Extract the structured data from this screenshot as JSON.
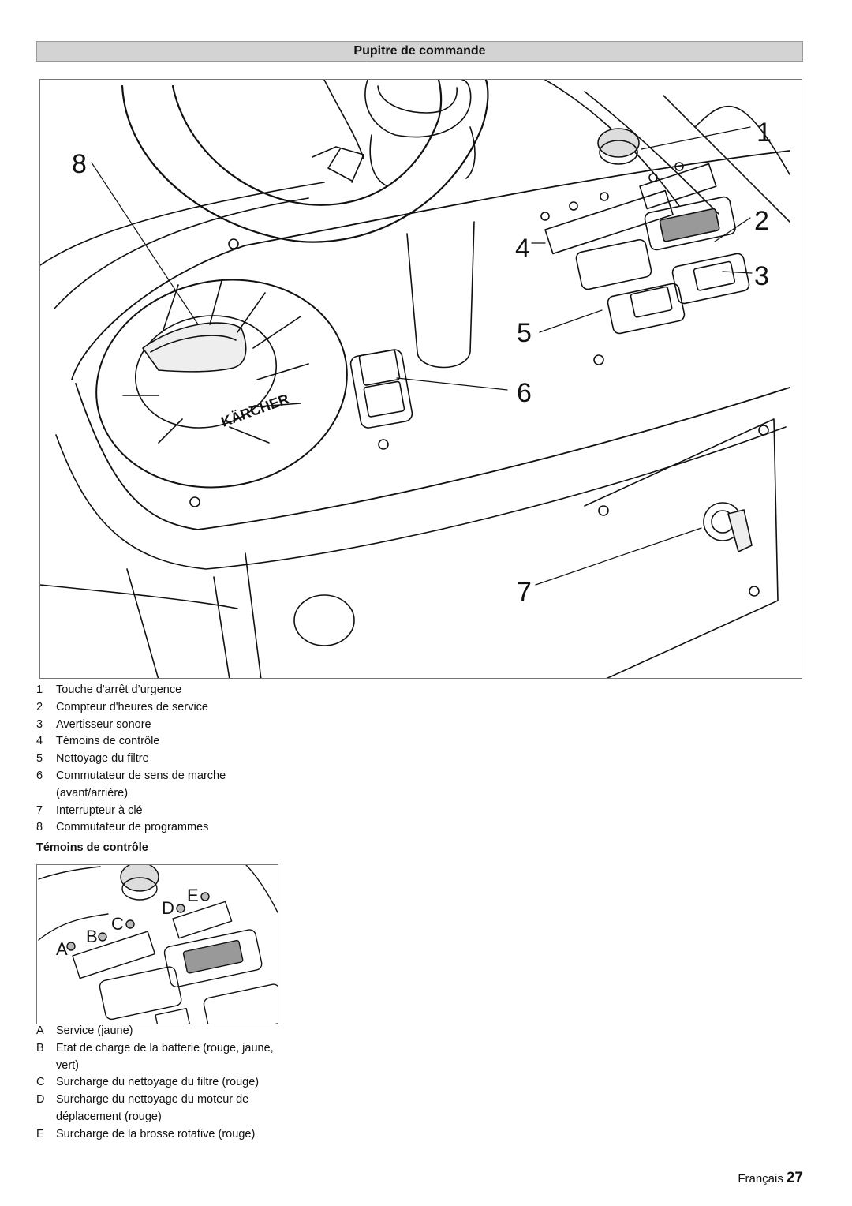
{
  "section_title": "Pupitre de commande",
  "figure_main": {
    "callouts": [
      "1",
      "2",
      "3",
      "4",
      "5",
      "6",
      "7",
      "8"
    ],
    "brand_text": "KÄRCHER"
  },
  "legend_main": [
    {
      "key": "1",
      "text": "Touche d'arrêt d’urgence"
    },
    {
      "key": "2",
      "text": "Compteur d'heures de service"
    },
    {
      "key": "3",
      "text": "Avertisseur sonore"
    },
    {
      "key": "4",
      "text": "Témoins de contrôle"
    },
    {
      "key": "5",
      "text": "Nettoyage du filtre"
    },
    {
      "key": "6",
      "text": "Commutateur de sens de marche (avant/arrière)"
    },
    {
      "key": "7",
      "text": "Interrupteur à clé"
    },
    {
      "key": "8",
      "text": "Commutateur de programmes"
    }
  ],
  "subheading": "Témoins de contrôle",
  "figure_small": {
    "callouts": [
      "A",
      "B",
      "C",
      "D",
      "E"
    ]
  },
  "legend_abc": [
    {
      "key": "A",
      "text": "Service (jaune)"
    },
    {
      "key": "B",
      "text": "Etat de charge de la batterie (rouge, jaune, vert)"
    },
    {
      "key": "C",
      "text": "Surcharge du nettoyage du filtre (rouge)"
    },
    {
      "key": "D",
      "text": "Surcharge du nettoyage du moteur de déplacement (rouge)"
    },
    {
      "key": "E",
      "text": "Surcharge de la brosse rotative (rouge)"
    }
  ],
  "footer": {
    "language": "Français",
    "page_number": "27"
  }
}
